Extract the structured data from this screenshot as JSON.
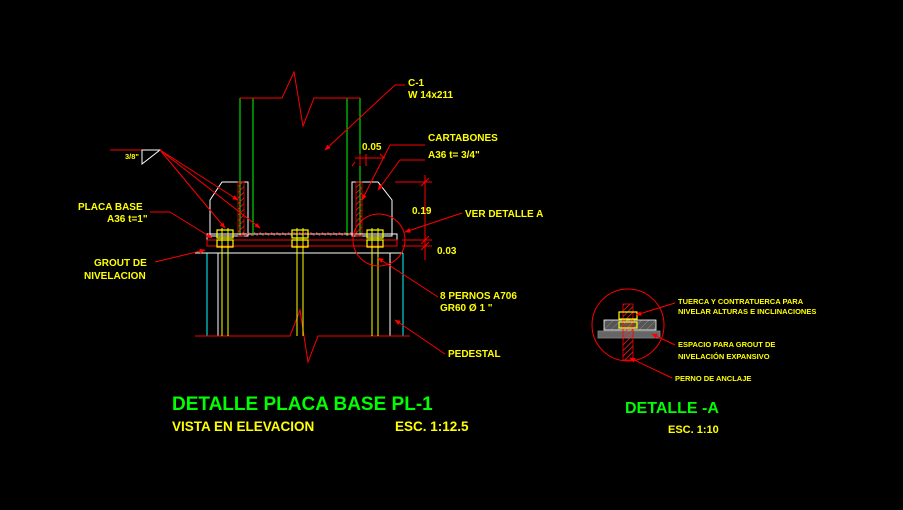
{
  "labels": {
    "column": "C-1",
    "column_section": "W 14x211",
    "gusset_title": "CARTABONES",
    "gusset_spec": "A36 t= 3/4\"",
    "gusset_gap": "0.05",
    "weld_size": "3/8\"",
    "base_plate_title": "PLACA BASE",
    "base_plate_spec": "A36 t=1\"",
    "grout_line1": "GROUT DE",
    "grout_line2": "NIVELACION",
    "see_detail": "VER DETALLE A",
    "dim_upper": "0.19",
    "dim_lower": "0.03",
    "bolts_line1": "8 PERNOS A706",
    "bolts_line2": "GR60 Ø 1 \"",
    "pedestal": "PEDESTAL"
  },
  "detail_a": {
    "note1_line1": "TUERCA Y CONTRATUERCA PARA",
    "note1_line2": "NIVELAR ALTURAS E INCLINACIONES",
    "note2_line1": "ESPACIO PARA GROUT DE",
    "note2_line2": "NIVELACIÓN EXPANSIVO",
    "note3": "PERNO DE ANCLAJE",
    "title": "DETALLE -A",
    "scale": "ESC. 1:10"
  },
  "main_title": {
    "title": "DETALLE PLACA BASE PL-1",
    "view": "VISTA EN ELEVACION",
    "scale": "ESC. 1:12.5"
  },
  "colors": {
    "background": "#000000",
    "column": "#00ff00",
    "annotation": "#ff0000",
    "text": "#ffff00",
    "title": "#00ff00",
    "bolt": "#ffff00",
    "plate": "#ffffff",
    "concrete": "#00ffff"
  }
}
